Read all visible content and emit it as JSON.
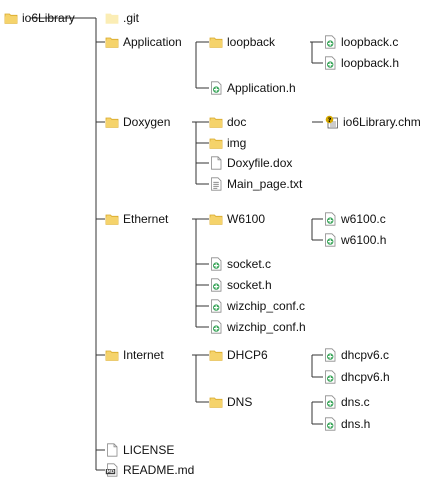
{
  "colors": {
    "folder": "#f5d36b",
    "folder_edge": "#d9a928",
    "folder_light": "#fbedb5",
    "code_badge": "#3aa55a",
    "line": "#333333",
    "help_badge": "#d4a800"
  },
  "items": [
    {
      "id": "io6library",
      "label": "io6Library",
      "icon": "folder-icon"
    },
    {
      "id": "git",
      "label": ".git",
      "icon": "hidden-folder-icon"
    },
    {
      "id": "application",
      "label": "Application",
      "icon": "folder-icon"
    },
    {
      "id": "loopback",
      "label": "loopback",
      "icon": "folder-icon"
    },
    {
      "id": "loopback-c",
      "label": "loopback.c",
      "icon": "c-file-icon"
    },
    {
      "id": "loopback-h",
      "label": "loopback.h",
      "icon": "c-file-icon"
    },
    {
      "id": "application-h",
      "label": "Application.h",
      "icon": "c-file-icon"
    },
    {
      "id": "doxygen",
      "label": "Doxygen",
      "icon": "folder-icon"
    },
    {
      "id": "doc",
      "label": "doc",
      "icon": "folder-icon"
    },
    {
      "id": "io6library-chm",
      "label": "io6Library.chm",
      "icon": "help-file-icon"
    },
    {
      "id": "img",
      "label": "img",
      "icon": "folder-icon"
    },
    {
      "id": "doxyfile",
      "label": "Doxyfile.dox",
      "icon": "blank-file-icon"
    },
    {
      "id": "main-page",
      "label": "Main_page.txt",
      "icon": "text-file-icon"
    },
    {
      "id": "ethernet",
      "label": "Ethernet",
      "icon": "folder-icon"
    },
    {
      "id": "w6100",
      "label": "W6100",
      "icon": "folder-icon"
    },
    {
      "id": "w6100-c",
      "label": "w6100.c",
      "icon": "c-file-icon"
    },
    {
      "id": "w6100-h",
      "label": "w6100.h",
      "icon": "c-file-icon"
    },
    {
      "id": "socket-c",
      "label": "socket.c",
      "icon": "c-file-icon"
    },
    {
      "id": "socket-h",
      "label": "socket.h",
      "icon": "c-file-icon"
    },
    {
      "id": "wizchip-conf-c",
      "label": "wizchip_conf.c",
      "icon": "c-file-icon"
    },
    {
      "id": "wizchip-conf-h",
      "label": "wizchip_conf.h",
      "icon": "c-file-icon"
    },
    {
      "id": "internet",
      "label": "Internet",
      "icon": "folder-icon"
    },
    {
      "id": "dhcp6",
      "label": "DHCP6",
      "icon": "folder-icon"
    },
    {
      "id": "dhcpv6-c",
      "label": "dhcpv6.c",
      "icon": "c-file-icon"
    },
    {
      "id": "dhcpv6-h",
      "label": "dhcpv6.h",
      "icon": "c-file-icon"
    },
    {
      "id": "dns",
      "label": "DNS",
      "icon": "folder-icon"
    },
    {
      "id": "dns-c",
      "label": "dns.c",
      "icon": "c-file-icon"
    },
    {
      "id": "dns-h",
      "label": "dns.h",
      "icon": "c-file-icon"
    },
    {
      "id": "license",
      "label": "LICENSE",
      "icon": "blank-file-icon"
    },
    {
      "id": "readme",
      "label": "README.md",
      "icon": "markdown-file-icon"
    }
  ]
}
